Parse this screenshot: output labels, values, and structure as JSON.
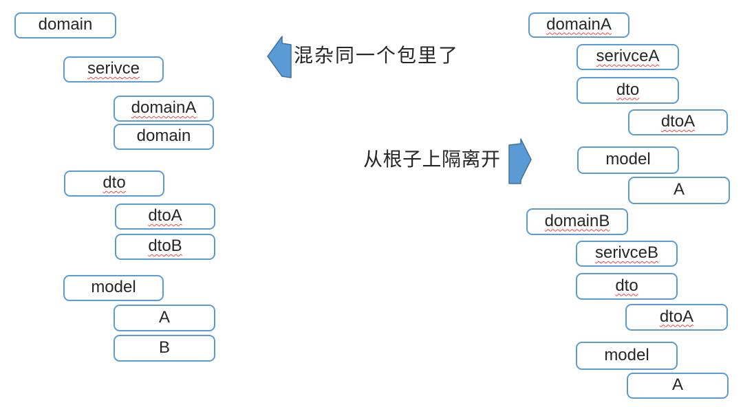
{
  "diagram": {
    "description_left_tree": "mixed packages",
    "left_tree": {
      "boxes": [
        {
          "label": "domain",
          "misspelled": false
        },
        {
          "label": "serivce",
          "misspelled": true
        },
        {
          "label": "domainA",
          "misspelled": true
        },
        {
          "label": "domain",
          "misspelled": false
        },
        {
          "label": "dto",
          "misspelled": true
        },
        {
          "label": "dtoA",
          "misspelled": true
        },
        {
          "label": "dtoB",
          "misspelled": true
        },
        {
          "label": "model",
          "misspelled": false
        },
        {
          "label": "A",
          "misspelled": false
        },
        {
          "label": "B",
          "misspelled": false
        }
      ]
    },
    "right_tree": {
      "boxes": [
        {
          "label": "domainA",
          "misspelled": true
        },
        {
          "label": "serivceA",
          "misspelled": true
        },
        {
          "label": "dto",
          "misspelled": true
        },
        {
          "label": "dtoA",
          "misspelled": true
        },
        {
          "label": "model",
          "misspelled": false
        },
        {
          "label": "A",
          "misspelled": false
        },
        {
          "label": "domainB",
          "misspelled": true
        },
        {
          "label": "serivceB",
          "misspelled": true
        },
        {
          "label": "dto",
          "misspelled": true
        },
        {
          "label": "dtoA",
          "misspelled": true
        },
        {
          "label": "model",
          "misspelled": false
        },
        {
          "label": "A",
          "misspelled": false
        }
      ]
    },
    "annotations": {
      "left_arrow_label": "混杂同一个包里了",
      "right_arrow_label": "从根子上隔离开"
    },
    "icons": {
      "left_arrow": "block-arrow-left",
      "right_arrow": "block-arrow-right"
    },
    "colors": {
      "box_border": "#5B9BD5",
      "arrow_fill": "#5B9BD5",
      "arrow_border": "#41719C",
      "text": "#262626",
      "spellcheck_underline": "#FF4040"
    }
  }
}
